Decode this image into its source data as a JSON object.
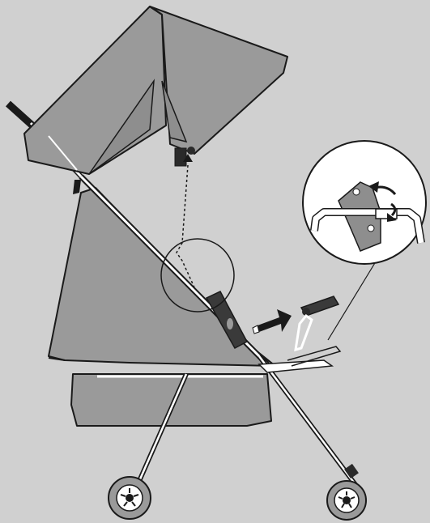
{
  "colors": {
    "background": "#d0d0d0",
    "fabric": "#9a9a9a",
    "fabric_light": "#a6a6a6",
    "outline": "#1a1a1a",
    "frame": "#ffffff",
    "hardware": "#3a3a3a"
  },
  "parts": {
    "canopy": "canopy",
    "seat": "seat-fabric",
    "basket": "storage-basket",
    "frame": "stroller-frame",
    "handle": "push-handle",
    "wheels": [
      "rear-wheel",
      "front-wheel"
    ],
    "adapter": "canopy-adapter-clip",
    "detail": "hinge-rotation-detail"
  },
  "instruction": {
    "steps": [
      "remove-canopy-mount-plug",
      "insert-plug-into-frame-socket",
      "rotate-hinge-to-lock"
    ],
    "arrows": [
      "dotted-up-arrow",
      "insert-arrow",
      "rotate-arrows"
    ]
  }
}
